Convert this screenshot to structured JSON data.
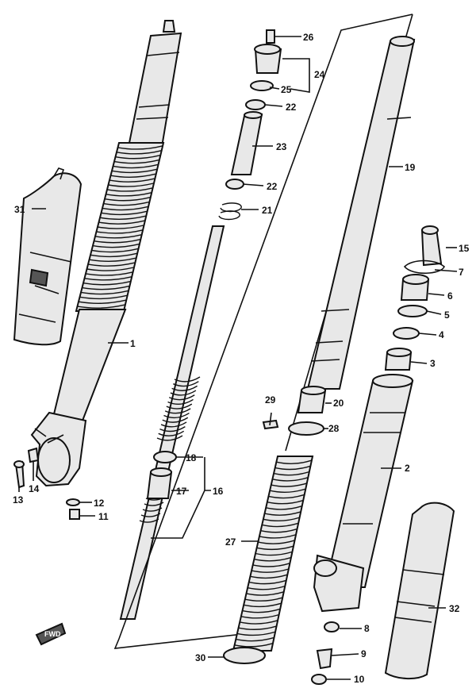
{
  "labels": {
    "p1": "1",
    "p2": "2",
    "p3": "3",
    "p4": "4",
    "p5": "5",
    "p6": "6",
    "p7": "7",
    "p8": "8",
    "p9": "9",
    "p10": "10",
    "p11": "11",
    "p12": "12",
    "p13": "13",
    "p14": "14",
    "p15": "15",
    "p16": "16",
    "p17": "17",
    "p18": "18",
    "p19": "19",
    "p20": "20",
    "p21": "21",
    "p22a": "22",
    "p22b": "22",
    "p23": "23",
    "p24": "24",
    "p25": "25",
    "p26": "26",
    "p27": "27",
    "p28": "28",
    "p29": "29",
    "p30": "30",
    "p31": "31",
    "p32": "32"
  },
  "direction_marker": "FWD",
  "bellows": {
    "left_fold_count": 36,
    "lower_fold_count": 34,
    "spring_coil_count": 14
  }
}
